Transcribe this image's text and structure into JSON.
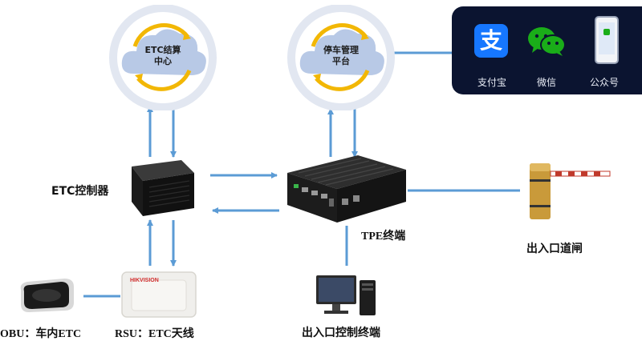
{
  "nodes": {
    "etc_center": {
      "line1": "ETC结算",
      "line2": "中心"
    },
    "parking_platform": {
      "line1": "停车管理",
      "line2": "平台"
    },
    "etc_controller": {
      "label": "ETC控制器"
    },
    "tpe_terminal": {
      "label": "TPE终端"
    },
    "barrier_gate": {
      "label": "出入口道闸"
    },
    "control_terminal": {
      "label": "出入口控制终端"
    },
    "obu": {
      "label": "OBU：车内ETC"
    },
    "rsu": {
      "label": "RSU：ETC天线",
      "brand": "HIKVISION"
    }
  },
  "apps": {
    "alipay": {
      "label": "支付宝",
      "glyph": "支"
    },
    "wechat": {
      "label": "微信"
    },
    "official_account": {
      "label": "公众号"
    }
  },
  "colors": {
    "arrow": "#5b9bd5",
    "cloud_ring": "#e2e7f1",
    "cloud_body": "#b8c9e6",
    "cloud_arc": "#f2b705",
    "panel_bg": "#0b1430",
    "alipay_blue": "#1677ff",
    "wechat_green": "#1aad19"
  }
}
